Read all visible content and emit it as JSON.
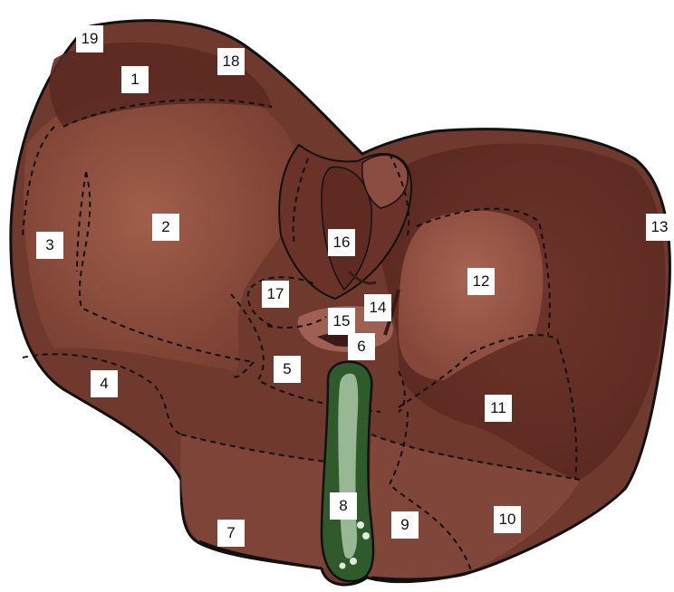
{
  "diagram": {
    "labels": {
      "l1": "1",
      "l2": "2",
      "l3": "3",
      "l4": "4",
      "l5": "5",
      "l6": "6",
      "l7": "7",
      "l8": "8",
      "l9": "9",
      "l10": "10",
      "l11": "11",
      "l12": "12",
      "l13": "13",
      "l14": "14",
      "l15": "15",
      "l16": "16",
      "l17": "17",
      "l18": "18",
      "l19": "19"
    },
    "colors": {
      "outline": "#111111",
      "base": "#6e3a2e",
      "dark": "#5a2a22",
      "light": "#9a5a48",
      "pale": "#b06a55",
      "gallbladder": "#2f5a2c",
      "gallbladder_inner": "#a9c9a4",
      "label_bg": "#ffffff"
    }
  }
}
